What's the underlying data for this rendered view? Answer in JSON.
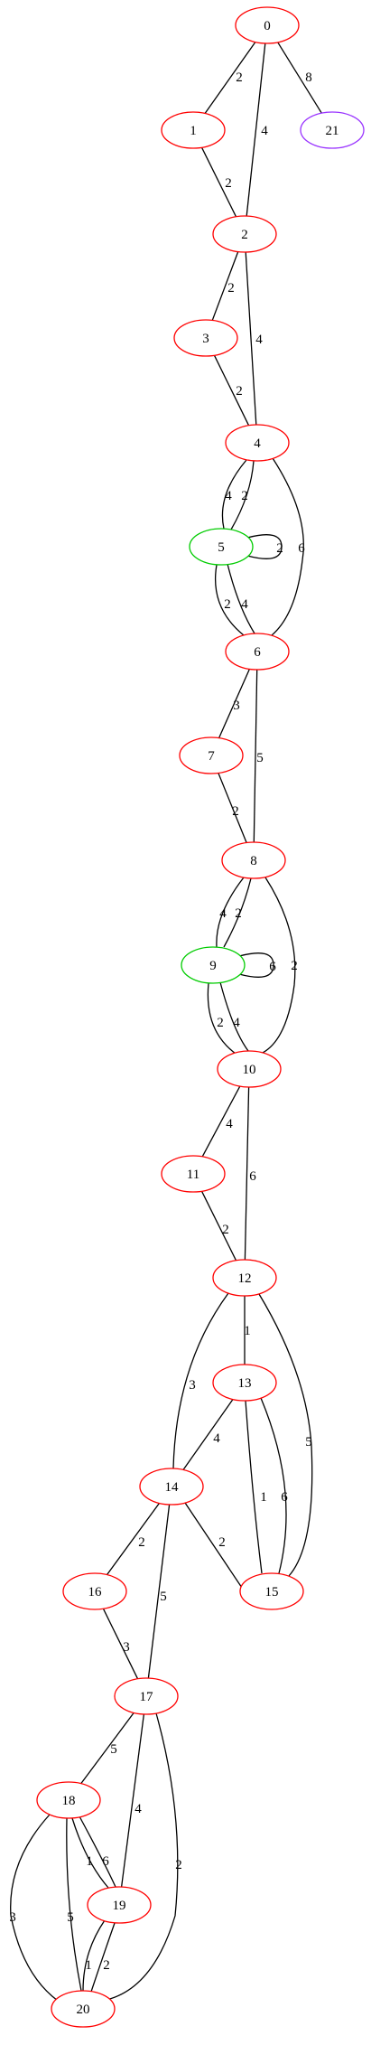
{
  "graph": {
    "colors": {
      "default": "#ff0000",
      "highlight": "#00cc00",
      "terminal": "#9933ff",
      "edge": "#000000"
    },
    "nodes": [
      {
        "id": "0",
        "label": "0",
        "color": "default"
      },
      {
        "id": "1",
        "label": "1",
        "color": "default"
      },
      {
        "id": "21",
        "label": "21",
        "color": "terminal"
      },
      {
        "id": "2",
        "label": "2",
        "color": "default"
      },
      {
        "id": "3",
        "label": "3",
        "color": "default"
      },
      {
        "id": "4",
        "label": "4",
        "color": "default"
      },
      {
        "id": "5",
        "label": "5",
        "color": "highlight"
      },
      {
        "id": "6",
        "label": "6",
        "color": "default"
      },
      {
        "id": "7",
        "label": "7",
        "color": "default"
      },
      {
        "id": "8",
        "label": "8",
        "color": "default"
      },
      {
        "id": "9",
        "label": "9",
        "color": "highlight"
      },
      {
        "id": "10",
        "label": "10",
        "color": "default"
      },
      {
        "id": "11",
        "label": "11",
        "color": "default"
      },
      {
        "id": "12",
        "label": "12",
        "color": "default"
      },
      {
        "id": "13",
        "label": "13",
        "color": "default"
      },
      {
        "id": "14",
        "label": "14",
        "color": "default"
      },
      {
        "id": "15",
        "label": "15",
        "color": "default"
      },
      {
        "id": "16",
        "label": "16",
        "color": "default"
      },
      {
        "id": "17",
        "label": "17",
        "color": "default"
      },
      {
        "id": "18",
        "label": "18",
        "color": "default"
      },
      {
        "id": "19",
        "label": "19",
        "color": "default"
      },
      {
        "id": "20",
        "label": "20",
        "color": "default"
      }
    ],
    "edges": [
      {
        "id": "e0-1",
        "from": "0",
        "to": "1",
        "label": "2"
      },
      {
        "id": "e0-2",
        "from": "0",
        "to": "2",
        "label": "4"
      },
      {
        "id": "e0-21",
        "from": "0",
        "to": "21",
        "label": "8"
      },
      {
        "id": "e1-2",
        "from": "1",
        "to": "2",
        "label": "2"
      },
      {
        "id": "e2-3",
        "from": "2",
        "to": "3",
        "label": "2"
      },
      {
        "id": "e2-4",
        "from": "2",
        "to": "4",
        "label": "4"
      },
      {
        "id": "e3-4",
        "from": "3",
        "to": "4",
        "label": "2"
      },
      {
        "id": "e4-5a",
        "from": "4",
        "to": "5",
        "label": "4"
      },
      {
        "id": "e4-5b",
        "from": "4",
        "to": "5",
        "label": "2"
      },
      {
        "id": "e4-6",
        "from": "4",
        "to": "6",
        "label": "6"
      },
      {
        "id": "e5-5",
        "from": "5",
        "to": "5",
        "label": "2"
      },
      {
        "id": "e5-6a",
        "from": "5",
        "to": "6",
        "label": "2"
      },
      {
        "id": "e5-6b",
        "from": "5",
        "to": "6",
        "label": "4"
      },
      {
        "id": "e6-7",
        "from": "6",
        "to": "7",
        "label": "3"
      },
      {
        "id": "e6-8",
        "from": "6",
        "to": "8",
        "label": "5"
      },
      {
        "id": "e7-8",
        "from": "7",
        "to": "8",
        "label": "2"
      },
      {
        "id": "e8-9a",
        "from": "8",
        "to": "9",
        "label": "4"
      },
      {
        "id": "e8-9b",
        "from": "8",
        "to": "9",
        "label": "2"
      },
      {
        "id": "e8-10",
        "from": "8",
        "to": "10",
        "label": "2"
      },
      {
        "id": "e9-9",
        "from": "9",
        "to": "9",
        "label": "6"
      },
      {
        "id": "e9-10a",
        "from": "9",
        "to": "10",
        "label": "2"
      },
      {
        "id": "e9-10b",
        "from": "9",
        "to": "10",
        "label": "4"
      },
      {
        "id": "e10-11",
        "from": "10",
        "to": "11",
        "label": "4"
      },
      {
        "id": "e10-12",
        "from": "10",
        "to": "12",
        "label": "6"
      },
      {
        "id": "e11-12",
        "from": "11",
        "to": "12",
        "label": "2"
      },
      {
        "id": "e12-13",
        "from": "12",
        "to": "13",
        "label": "1"
      },
      {
        "id": "e12-14",
        "from": "12",
        "to": "14",
        "label": "3"
      },
      {
        "id": "e12-15",
        "from": "12",
        "to": "15",
        "label": "5"
      },
      {
        "id": "e13-14",
        "from": "13",
        "to": "14",
        "label": "4"
      },
      {
        "id": "e13-15a",
        "from": "13",
        "to": "15",
        "label": "1"
      },
      {
        "id": "e13-15b",
        "from": "13",
        "to": "15",
        "label": "6"
      },
      {
        "id": "e14-15",
        "from": "14",
        "to": "15",
        "label": "2"
      },
      {
        "id": "e14-16",
        "from": "14",
        "to": "16",
        "label": "2"
      },
      {
        "id": "e14-17",
        "from": "14",
        "to": "17",
        "label": "5"
      },
      {
        "id": "e16-17",
        "from": "16",
        "to": "17",
        "label": "3"
      },
      {
        "id": "e17-18",
        "from": "17",
        "to": "18",
        "label": "5"
      },
      {
        "id": "e17-19",
        "from": "17",
        "to": "19",
        "label": "4"
      },
      {
        "id": "e17-20",
        "from": "17",
        "to": "20",
        "label": "2"
      },
      {
        "id": "e18-19a",
        "from": "18",
        "to": "19",
        "label": "1"
      },
      {
        "id": "e18-19b",
        "from": "18",
        "to": "19",
        "label": "6"
      },
      {
        "id": "e18-20a",
        "from": "18",
        "to": "20",
        "label": "3"
      },
      {
        "id": "e18-20b",
        "from": "18",
        "to": "20",
        "label": "5"
      },
      {
        "id": "e19-20a",
        "from": "19",
        "to": "20",
        "label": "1"
      },
      {
        "id": "e19-20b",
        "from": "19",
        "to": "20",
        "label": "2"
      }
    ]
  }
}
